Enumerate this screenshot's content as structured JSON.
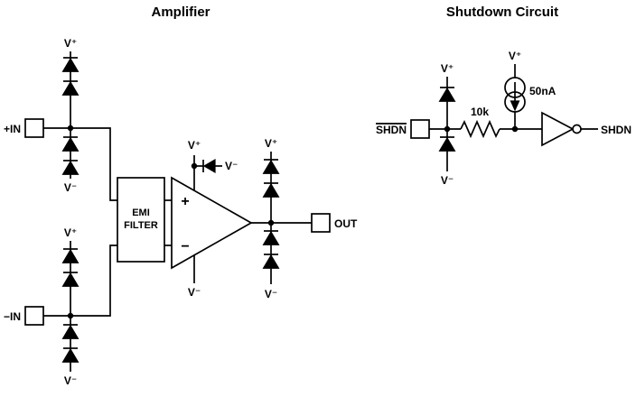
{
  "titles": {
    "amplifier": "Amplifier",
    "shutdown": "Shutdown Circuit"
  },
  "supplies": {
    "v_plus": "V⁺",
    "v_minus": "V⁻"
  },
  "amplifier": {
    "input_plus": "+IN",
    "input_minus": "−IN",
    "output": "OUT",
    "emi_line1": "EMI",
    "emi_line2": "FILTER",
    "noninverting_sign": "+",
    "inverting_sign": "−"
  },
  "shutdown": {
    "input_label": "SHDN",
    "output_label": "SHDN",
    "resistor_value": "10k",
    "current_source_value": "50nA"
  }
}
